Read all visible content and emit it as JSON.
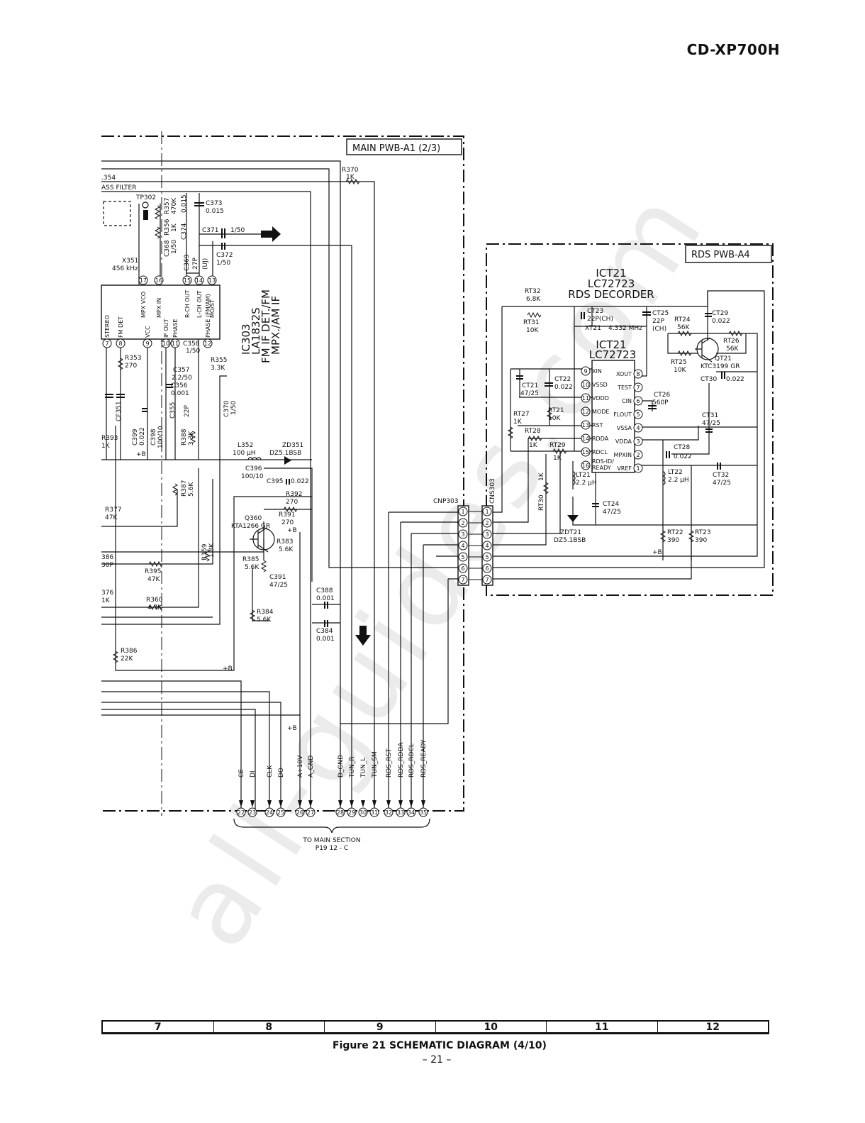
{
  "header": {
    "model": "CD-XP700H"
  },
  "watermark": "all-guides.com",
  "boards": {
    "main": "MAIN PWB-A1 (2/3)",
    "rds": "RDS PWB-A4"
  },
  "main_ic": {
    "ref": "IC303",
    "part": "LA1832S",
    "func1": "FM IF DET./FM",
    "func2": "MPX./AM IF",
    "top_pins": [
      {
        "num": "17",
        "name": "MPX VCO"
      },
      {
        "num": "16",
        "name": "MPX IN"
      },
      {
        "num": "15",
        "name": "R-CH OUT"
      },
      {
        "num": "14",
        "name": "L-CH OUT"
      },
      {
        "num": "13",
        "name": "MO/ST"
      }
    ],
    "bottom_pins": [
      {
        "num": "7",
        "name": "STEREO"
      },
      {
        "num": "8",
        "name": "FM DET"
      },
      {
        "num": "9",
        "name": "VCC"
      },
      {
        "num": "10",
        "name": "IF OUT"
      },
      {
        "num": "11",
        "name": "PHASE"
      },
      {
        "num": "12",
        "name": "PHASE (FM/AM)"
      }
    ]
  },
  "rds_ic": {
    "ref": "ICT21",
    "part": "LC72723",
    "title": "RDS DECORDER",
    "left_pins": [
      {
        "num": "9",
        "name": "XIN"
      },
      {
        "num": "10",
        "name": "VSSD"
      },
      {
        "num": "11",
        "name": "VDDD"
      },
      {
        "num": "12",
        "name": "MODE"
      },
      {
        "num": "13",
        "name": "RST"
      },
      {
        "num": "14",
        "name": "RDDA"
      },
      {
        "num": "15",
        "name": "RDCL"
      },
      {
        "num": "16",
        "name": "RDS-ID/ READY"
      }
    ],
    "right_pins": [
      {
        "num": "8",
        "name": "XOUT"
      },
      {
        "num": "7",
        "name": "TEST"
      },
      {
        "num": "6",
        "name": "CIN"
      },
      {
        "num": "5",
        "name": "FLOUT"
      },
      {
        "num": "4",
        "name": "VSSA"
      },
      {
        "num": "3",
        "name": "VDDA"
      },
      {
        "num": "2",
        "name": "MPXIN"
      },
      {
        "num": "1",
        "name": "VREF"
      }
    ]
  },
  "components": {
    "r354": ".354",
    "filter": "ASS FILTER",
    "tp302": "TP302",
    "r357": "R357",
    "r357v": "470K",
    "r356": "R356",
    "r356v": "1K",
    "c368": "C368",
    "c368v": "1/50",
    "c374": "C374",
    "c374v": "0.015",
    "c373": "C373",
    "c373v": "0.015",
    "c371": "C371",
    "c371v": "1/50",
    "c372": "C372",
    "c372v": "1/50",
    "c369": "C369",
    "c369v": "27P",
    "uj": "(UJ)",
    "x351": "X351",
    "x351v": "456 kHz",
    "r370": "R370",
    "r370v": "1K",
    "r353": "R353",
    "r353v": "270",
    "c358": "C358",
    "c358v": "1/50",
    "r355": "R355",
    "r355v": "3.3K",
    "c357": "C357",
    "c357v": "2.2/50",
    "c356": "C356",
    "c356v": "0.001",
    "c355": "C355",
    "c355v": "22P",
    "c370": "C370",
    "c370v": "1/50",
    "c399": "C399",
    "c399v": "0.022",
    "c398": "C398",
    "c398v": "100/10",
    "cf351": "CF351",
    "r393": "R393",
    "r393v": "1K",
    "r388": "R388",
    "r388v": "3.3K",
    "l352": "L352",
    "l352v": "100 μH",
    "zd351": "ZD351",
    "zd351v": "DZ5.1BSB",
    "c396": "C396",
    "c396v": "100/10",
    "c395": "C395",
    "c395v": "0.022",
    "r392": "R392",
    "r392v": "270",
    "r391": "R391",
    "r391v": "270",
    "r387": "R387",
    "r387v": "5.6K",
    "r377": "R377",
    "r377v": "47K",
    "q360": "Q360",
    "q360v": "KTA1266 GR",
    "r383": "R383",
    "r383v": "5.6K",
    "r385": "R385",
    "r385v": "5.6K",
    "c391": "C391",
    "c391v": "47/25",
    "c386": "386",
    "c386v": "30P",
    "r395": "R395",
    "r395v": "47K",
    "r359": "R359",
    "r359v": "1.8K",
    "r376": "376",
    "r376v": "1K",
    "r360": "R360",
    "r360v": "4.7K",
    "c388": "C388",
    "c388v": "0.001",
    "r384": "R384",
    "r384v": "5.6K",
    "c384": "C384",
    "c384v": "0.001",
    "r386": "R386",
    "r386v": "22K",
    "plusb": "+B",
    "rt32": "RT32",
    "rt32v": "6.8K",
    "rt31": "RT31",
    "rt31v": "10K",
    "ct23": "CT23",
    "ct23v": "22P(CH)",
    "xt21": "XT21",
    "xt21v": "4.332 MHz",
    "ct25": "CT25",
    "ct25v": "22P",
    "ct25c": "(CH)",
    "rt24": "RT24",
    "rt24v": "56K",
    "ct29": "CT29",
    "ct29v": "0.022",
    "rt26": "RT26",
    "rt26v": "56K",
    "qt21": "QT21",
    "qt21v": "KTC3199 GR",
    "rt25": "RT25",
    "rt25v": "10K",
    "ct30": "CT30",
    "ct30v": "0.022",
    "ct21": "CT21",
    "ct21v": "47/25",
    "ct22": "CT22",
    "ct22v": "0.022",
    "ct26": "CT26",
    "ct26v": "560P",
    "rt27": "RT27",
    "rt27v": "1K",
    "rt21": "RT21",
    "rt21v": "10K",
    "ct31": "CT31",
    "ct31v": "47/25",
    "rt28": "RT28",
    "rt28v": "1K",
    "rt29": "RT29",
    "rt29v": "1K",
    "ct28": "CT28",
    "ct28v": "0.022",
    "lt21": "LT21",
    "lt21v": "2.2 μH",
    "lt22": "LT22",
    "lt22v": "2.2 μH",
    "ct32": "CT32",
    "ct32v": "47/25",
    "rt30": "RT30",
    "rt30v": "1K",
    "ct24": "CT24",
    "ct24v": "47/25",
    "zdt21": "ZDT21",
    "zdt21v": "DZ5.1BSB",
    "rt22": "RT22",
    "rt22v": "390",
    "rt23": "RT23",
    "rt23v": "390",
    "cnp303": "CNP303",
    "cns303": "CNS303"
  },
  "connector_pins": [
    "1",
    "2",
    "3",
    "4",
    "5",
    "6",
    "7"
  ],
  "signals": [
    {
      "name": "CE",
      "pin": "22"
    },
    {
      "name": "DI",
      "pin": "23"
    },
    {
      "name": "CLK",
      "pin": "24"
    },
    {
      "name": "DO",
      "pin": "25"
    },
    {
      "name": "A+10V",
      "pin": "26"
    },
    {
      "name": "A_GND",
      "pin": "27"
    },
    {
      "name": "D_GND",
      "pin": "28"
    },
    {
      "name": "TUN_R",
      "pin": "29"
    },
    {
      "name": "TUN_L",
      "pin": "30"
    },
    {
      "name": "TUN_SM",
      "pin": "31"
    },
    {
      "name": "RDS_RST",
      "pin": "32"
    },
    {
      "name": "RDS_RDDA",
      "pin": "33"
    },
    {
      "name": "RDS_RDCL",
      "pin": "34"
    },
    {
      "name": "RDS_READY",
      "pin": "35"
    }
  ],
  "to_main": {
    "line1": "TO MAIN SECTION",
    "line2": "P19 12 - C"
  },
  "grid": [
    "7",
    "8",
    "9",
    "10",
    "11",
    "12"
  ],
  "footer": {
    "caption": "Figure 21 SCHEMATIC DIAGRAM (4/10)",
    "page": "– 21 –"
  }
}
